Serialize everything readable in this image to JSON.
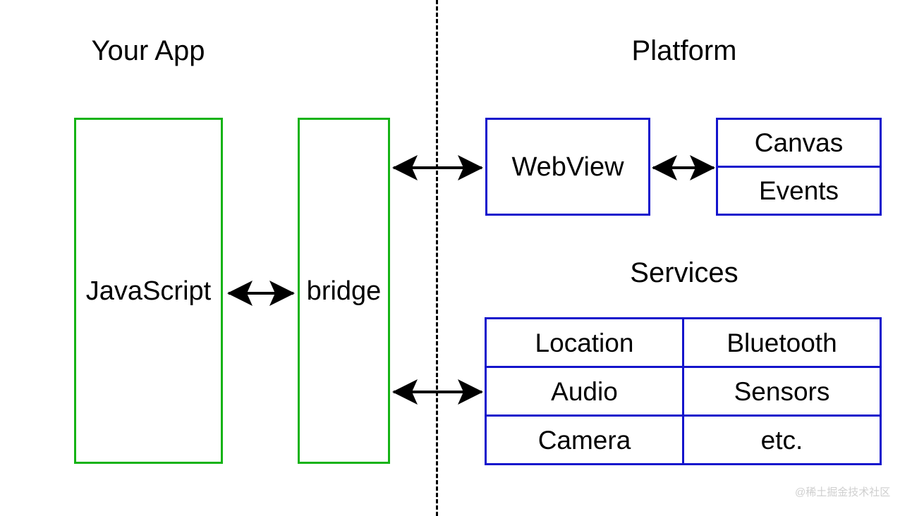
{
  "diagram": {
    "title_left": "Your App",
    "title_right": "Platform",
    "title_services": "Services",
    "colors": {
      "app_box_border": "#15b315",
      "platform_box_border": "#1414cc",
      "arrow": "#000000",
      "divider": "#000000",
      "watermark": "#cfcfcf",
      "background": "#ffffff"
    },
    "app_side": {
      "boxes": [
        {
          "label": "JavaScript"
        },
        {
          "label": "bridge"
        }
      ]
    },
    "platform_side": {
      "webview": {
        "label": "WebView"
      },
      "webview_features": {
        "rows": [
          [
            "Canvas"
          ],
          [
            "Events"
          ]
        ]
      },
      "services_table": {
        "rows": [
          [
            "Location",
            "Bluetooth"
          ],
          [
            "Audio",
            "Sensors"
          ],
          [
            "Camera",
            "etc."
          ]
        ]
      }
    },
    "connections": [
      {
        "name": "javascript-to-bridge",
        "type": "double-arrow"
      },
      {
        "name": "bridge-to-webview",
        "type": "double-arrow"
      },
      {
        "name": "webview-to-features",
        "type": "double-arrow"
      },
      {
        "name": "bridge-to-services",
        "type": "double-arrow"
      }
    ]
  },
  "watermark": {
    "text": "@稀土掘金技术社区"
  }
}
